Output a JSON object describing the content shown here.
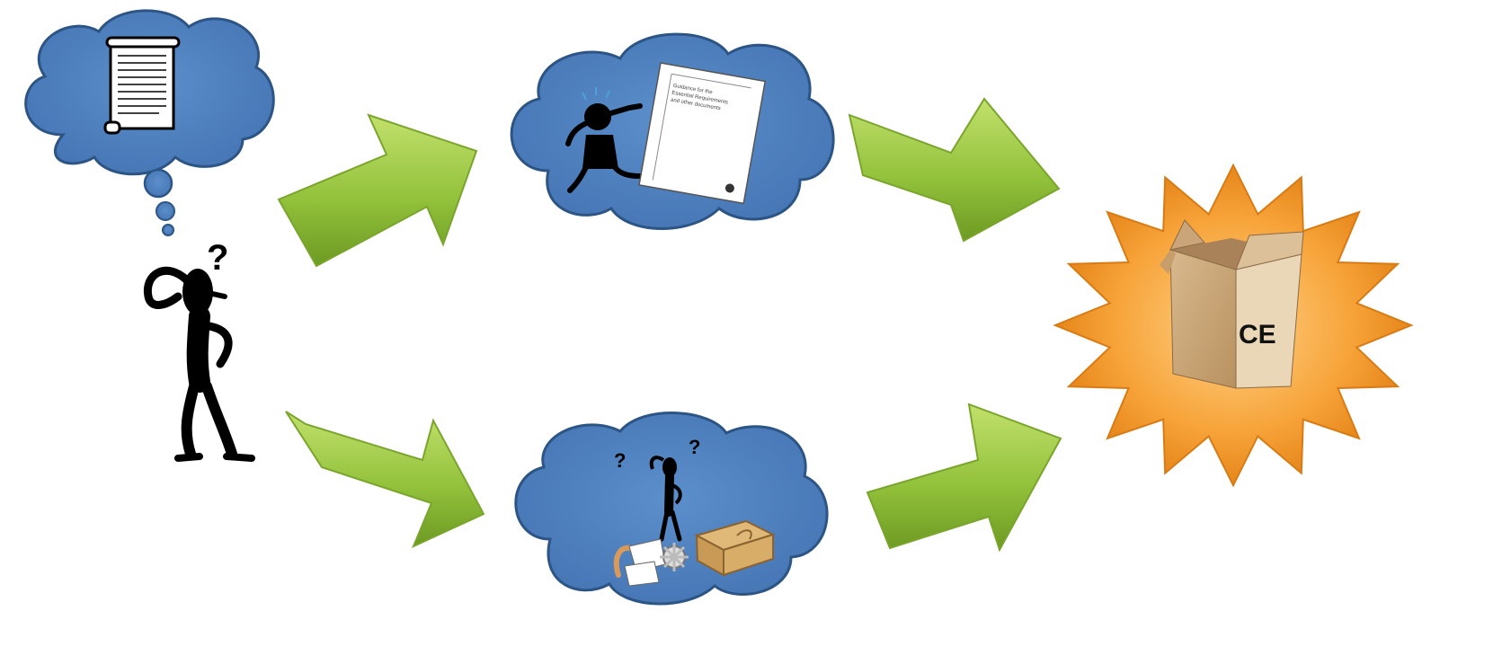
{
  "diagram": {
    "product_box": {
      "label": "CE"
    },
    "document": {
      "title_lines": [
        "Guidance for the",
        "Essential Requirements",
        "and other documents"
      ]
    },
    "question_marks": {
      "glyph": "?"
    },
    "colors": {
      "cloud_fill": "#4f81bd",
      "cloud_stroke": "#2c5586",
      "arrow_fill": "#8bbf3a",
      "arrow_light": "#b3d95e",
      "starburst_fill": "#f39a2b",
      "starburst_light": "#ffd07a",
      "box_fill": "#c9a070"
    },
    "icons": {
      "thought_scroll": "scroll-icon",
      "confused_person": "thinking-person-icon",
      "pointing_person": "pointing-person-icon",
      "guidance_document": "document-icon",
      "parts": "parts-icon",
      "product_box": "cardboard-box-icon"
    }
  }
}
